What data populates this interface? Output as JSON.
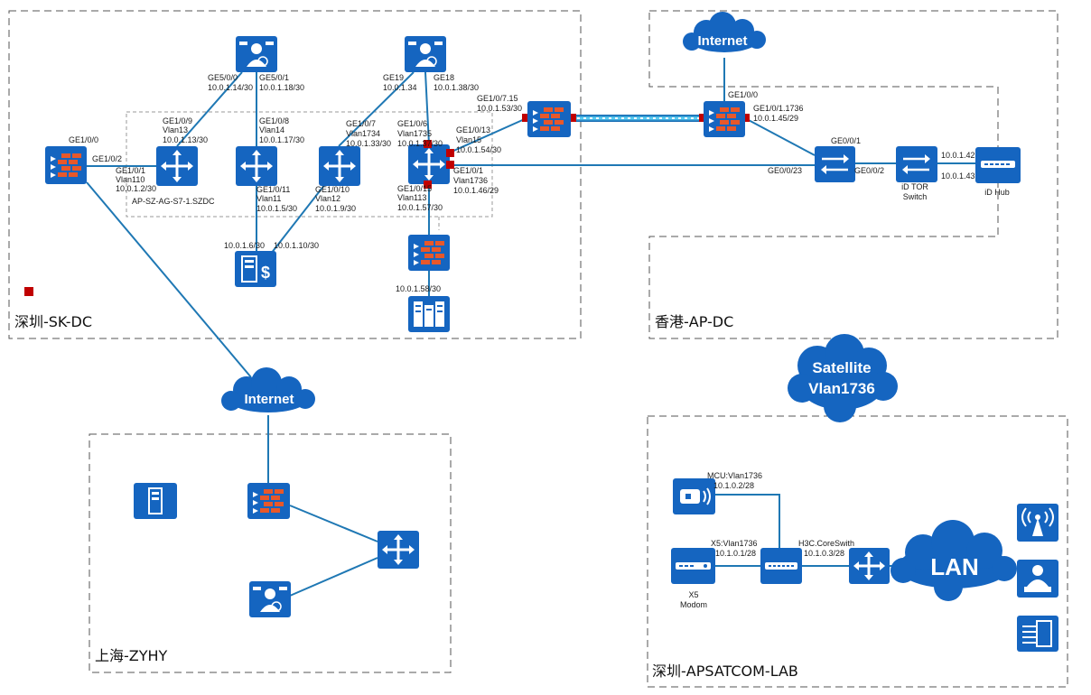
{
  "zones": {
    "shenzhen_dc": "深圳-SK-DC",
    "hongkong_dc": "香港-AP-DC",
    "shanghai": "上海-ZYHY",
    "apsatcom_lab": "深圳-APSATCOM-LAB"
  },
  "clouds": {
    "internet_top": "Internet",
    "internet_mid": "Internet",
    "satellite_line1": "Satellite",
    "satellite_line2": "Vlan1736",
    "lan": "LAN"
  },
  "labels": {
    "fw_left_port": "GE1/0/0",
    "fw_left_port2": "GE1/0/2",
    "sw1_ge": "GE1/0/1",
    "sw1_vlan": "Vlan110",
    "sw1_ip": "10.0.1.2/30",
    "sw1_top_ge": "GE1/0/9",
    "sw1_top_vlan": "Vlan13",
    "sw1_top_ip": "10.0.1.13/30",
    "stack_name": "AP-SZ-AG-S7-1.SZDC",
    "srvA_ports": "GE5/0/0",
    "srvA_port2": "GE5/0/1",
    "srvA_ip1": "10.0.1.14/30",
    "srvA_ip2": "10.0.1.18/30",
    "sw2_ge": "GE1/0/8",
    "sw2_vlan": "Vlan14",
    "sw2_ip": "10.0.1.17/30",
    "sw2_bot_ge": "GE1/0/11",
    "sw2_bot_vlan": "Vlan11",
    "sw2_bot_ip": "10.0.1.5/30",
    "sw3_bot_ge": "GE1/0/10",
    "sw3_bot_vlan": "Vlan12",
    "sw3_bot_ip": "10.0.1.9/30",
    "sw3_top_ge": "GE1/0/7",
    "sw3_top_vlan": "Vlan1734",
    "sw3_top_ip": "10.0.1.33/30",
    "srvB_ge1": "GE19",
    "srvB_ge2": "GE18",
    "srvB_ip1": "10.0.1.34",
    "srvB_ip2": "10.0.1.38/30",
    "sw4_ge6": "GE1/0/6",
    "sw4_vlan1735": "Vlan1735",
    "sw4_ip1735": "10.0.1.37/30",
    "sw4_ge13": "GE1/0/13",
    "sw4_vlan15": "Vlan15",
    "sw4_ip15": "10.0.1.54/30",
    "sw4_ge1": "GE1/0/1",
    "sw4_vlan1736": "Vlan1736",
    "sw4_ip1736": "10.0.1.46/29",
    "sw4_ge15": "GE1/0/15",
    "sw4_vlan113": "Vlan113",
    "sw4_ip113": "10.0.1.57/30",
    "dollar_ip1": "10.0.1.6/30",
    "dollar_ip2": "10.0.1.10/30",
    "fw_bottom_ip": "10.0.1.58/30",
    "fw_mid_ge": "GE1/0/7.15",
    "fw_mid_ip": "10.0.1.53/30",
    "hk_fw_top": "GE1/0/0",
    "hk_fw_ge": "GE1/0/1.1736",
    "hk_fw_ip": "10.0.1.45/29",
    "hk_sw_ge001": "GE0/0/1",
    "hk_sw_ge023": "GE0/0/23",
    "hk_sw_ge002": "GE0/0/2",
    "id_tor_1": "iD TOR",
    "id_tor_2": "Switch",
    "id_hub_ip1": "10.0.1.42",
    "id_hub_ip2": "10.0.1.43",
    "id_hub": "iD Hub",
    "mcu": "MCU:Vlan1736",
    "mcu_ip": "10.1.0.2/28",
    "x5": "X5:Vlan1736",
    "x5_ip": "10.1.0.1/28",
    "h3c": "H3C.CoreSwith",
    "h3c_ip": "10.1.0.3/28",
    "x5_name1": "X5",
    "x5_name2": "Modom"
  },
  "colors": {
    "tile": "#1565c0",
    "link": "#1f78b4",
    "firewall_brick": "#e8582a",
    "port": "#c00000",
    "cloud": "#1565c0"
  }
}
